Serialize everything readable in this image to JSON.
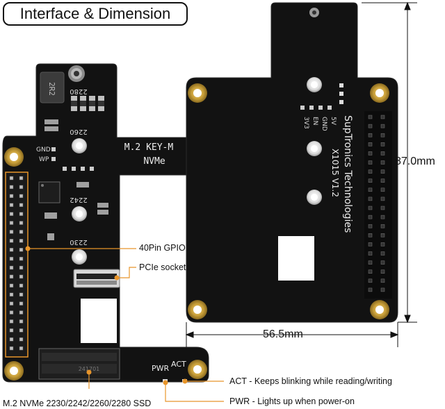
{
  "title": "Interface & Dimension",
  "dimensions": {
    "height": "87.0mm",
    "width": "56.5mm"
  },
  "front_board": {
    "silk": {
      "inductor": "2R2",
      "pos_2280": "2280",
      "pos_2260": "2260",
      "pos_2242": "2242",
      "pos_2230": "2230",
      "gnd": "GND",
      "wp": "WP",
      "key_line1": "M.2 KEY-M",
      "key_line2": "NVMe",
      "pwr": "PWR",
      "act": "ACT",
      "slot_code": "241701"
    }
  },
  "back_board": {
    "silk": {
      "brand": "SupTronics Technologies",
      "model": "X1015 V1.2",
      "p3v3": "3V3",
      "pen": "EN",
      "pgnd": "GND",
      "p5v": "5V"
    }
  },
  "callouts": {
    "gpio": "40Pin GPIO",
    "pcie": "PCIe socket",
    "ssd": "M.2 NVMe 2230/2242/2260/2280 SSD",
    "act": "ACT - Keeps blinking while reading/writing",
    "pwr": "PWR - Lights up when power-on"
  },
  "colors": {
    "pcb": "#111111",
    "gold": "#c9a03a",
    "callout": "#e8952a",
    "silk": "#e6e6e6"
  }
}
